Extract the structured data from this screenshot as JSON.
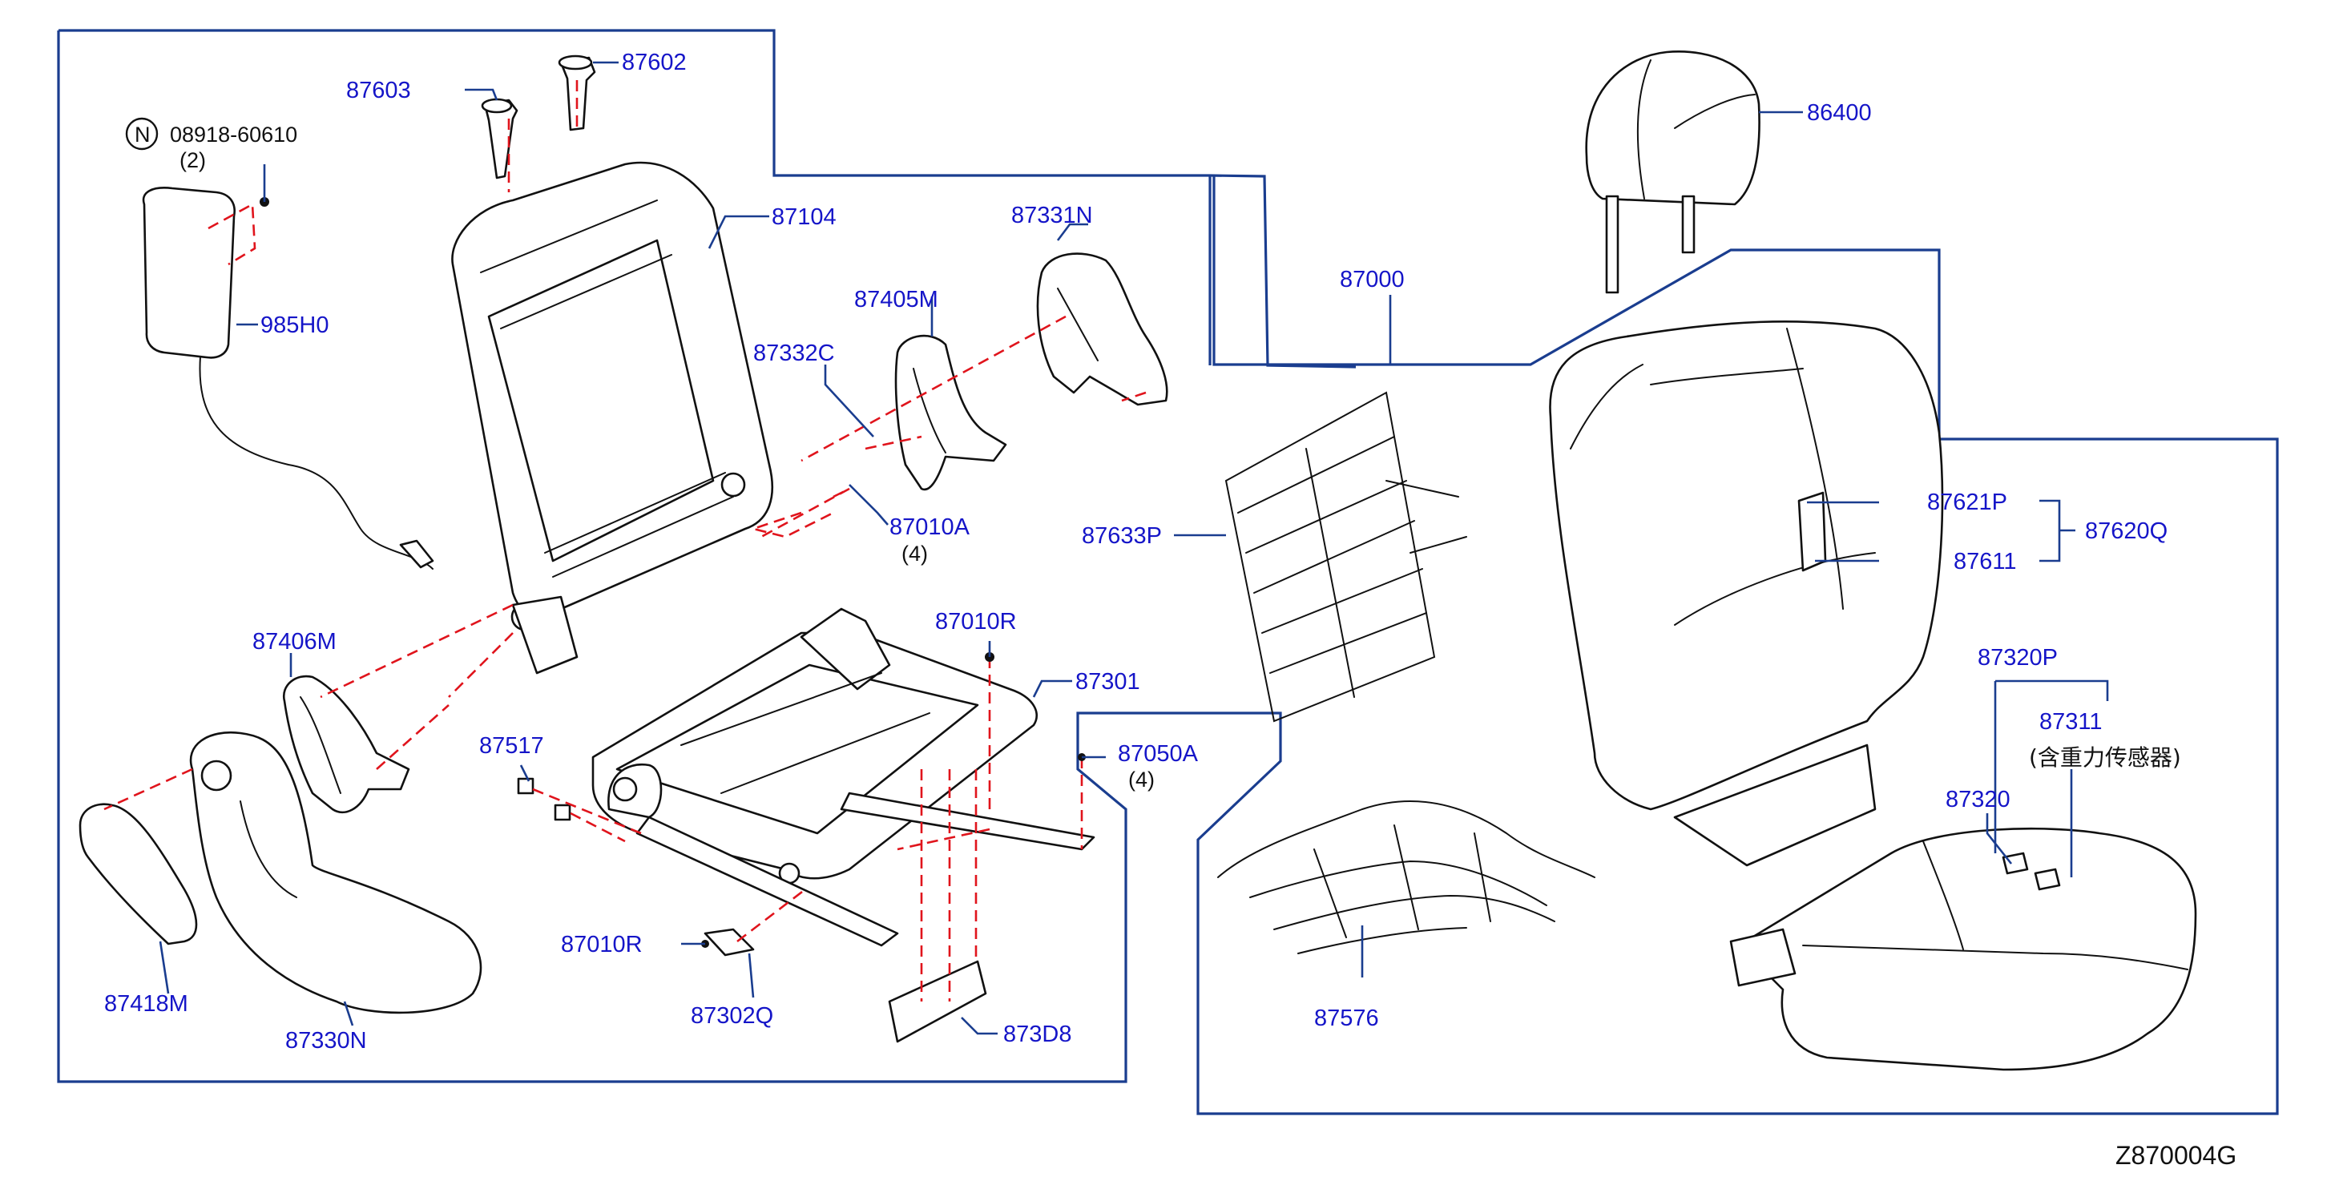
{
  "diagram_id": "Z870004G",
  "parts": {
    "p87603": "87603",
    "p87602": "87602",
    "bolt_symbol": "N",
    "bolt_code": "08918-60610",
    "bolt_qty": "(2)",
    "p985H0": "985H0",
    "p87104": "87104",
    "p87331N": "87331N",
    "p87405M": "87405M",
    "p87332C": "87332C",
    "p87010A": "87010A",
    "p87010A_qty": "(4)",
    "p87406M": "87406M",
    "p87010R_top": "87010R",
    "p87301": "87301",
    "p87517": "87517",
    "p87050A": "87050A",
    "p87050A_qty": "(4)",
    "p87010R_bottom": "87010R",
    "p87302Q": "87302Q",
    "p873D8": "873D8",
    "p87418M": "87418M",
    "p87330N": "87330N",
    "p86400": "86400",
    "p87000": "87000",
    "p87633P": "87633P",
    "p87621P": "87621P",
    "p87620Q": "87620Q",
    "p87611": "87611",
    "p87320P": "87320P",
    "p87311": "87311",
    "p87311_note": "(含重力传感器)",
    "p87320": "87320",
    "p87576": "87576"
  }
}
